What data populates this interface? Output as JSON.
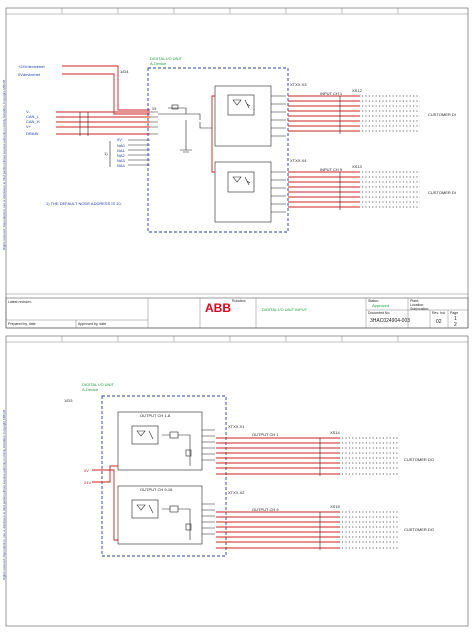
{
  "page1": {
    "top_signals": [
      "+24Vdevicenet",
      "0Vdevicenet"
    ],
    "can_signals": [
      "V-",
      "CAN_L",
      "CAN_H",
      "V+",
      "DRAIN"
    ],
    "module_title": "DIGITAL I/O UNIT",
    "module_ref": "A-Device",
    "module_id": "1/D4",
    "inner_labels": [
      "0V",
      "NA0",
      "NA1",
      "NA2",
      "NA3",
      "NA4"
    ],
    "footnote_marker": "1)",
    "xtxx_1": "XTXX.X3",
    "xtxx_2": "XTXX.X4",
    "input_1": "INPUT CH 1",
    "input_2": "INPUT CH 9",
    "x_term_1": "XS12",
    "x_term_2": "XS13",
    "customer_1": "CUSTOMER DI",
    "customer_2": "CUSTOMER DI",
    "footnote": "1) THE DEFAULT NODE ADDRESS IS 10."
  },
  "title_block": {
    "latest_revision": "Latest revision:",
    "prepared_by": "Prepared by, date",
    "approved_by": "Approved by, date",
    "logo": "ABB",
    "logo_sub": "Robotics",
    "title": "DIGITAL I/O UNIT INPUT",
    "status_label": "Status:",
    "status_value": "Approved",
    "drawing_label": "Document No.",
    "drawing_no": "3HAC024904-003",
    "plant": "Plant:",
    "location": "Location:",
    "subloc": "Sublocation:",
    "rev_label": "Rev. Ind",
    "page_label": "Page",
    "rev_value": "02",
    "page_value": "1",
    "total_value": "2"
  },
  "page2": {
    "module_title": "DIGITAL I/O UNIT",
    "module_ref": "A-Device",
    "module_id": "1/D3",
    "output_1": "OUTPUT CH 1-8",
    "output_2": "OUTPUT CH 9-16",
    "xtxx_1": "XTXX.X1",
    "xtxx_2": "XTXX.X2",
    "channel_1": "OUTPUT CH 1",
    "channel_2": "OUTPUT CH 9",
    "x_term_1": "XS14",
    "x_term_2": "XS15",
    "customer_1": "CUSTOMER DO",
    "customer_2": "CUSTOMER DO",
    "supply_1": "0V",
    "supply_2": "24V"
  },
  "side_text": "Rights reserved. Reproduction, use or disclosure to third parties without express authority is strictly forbidden. Copyright ABB AB"
}
